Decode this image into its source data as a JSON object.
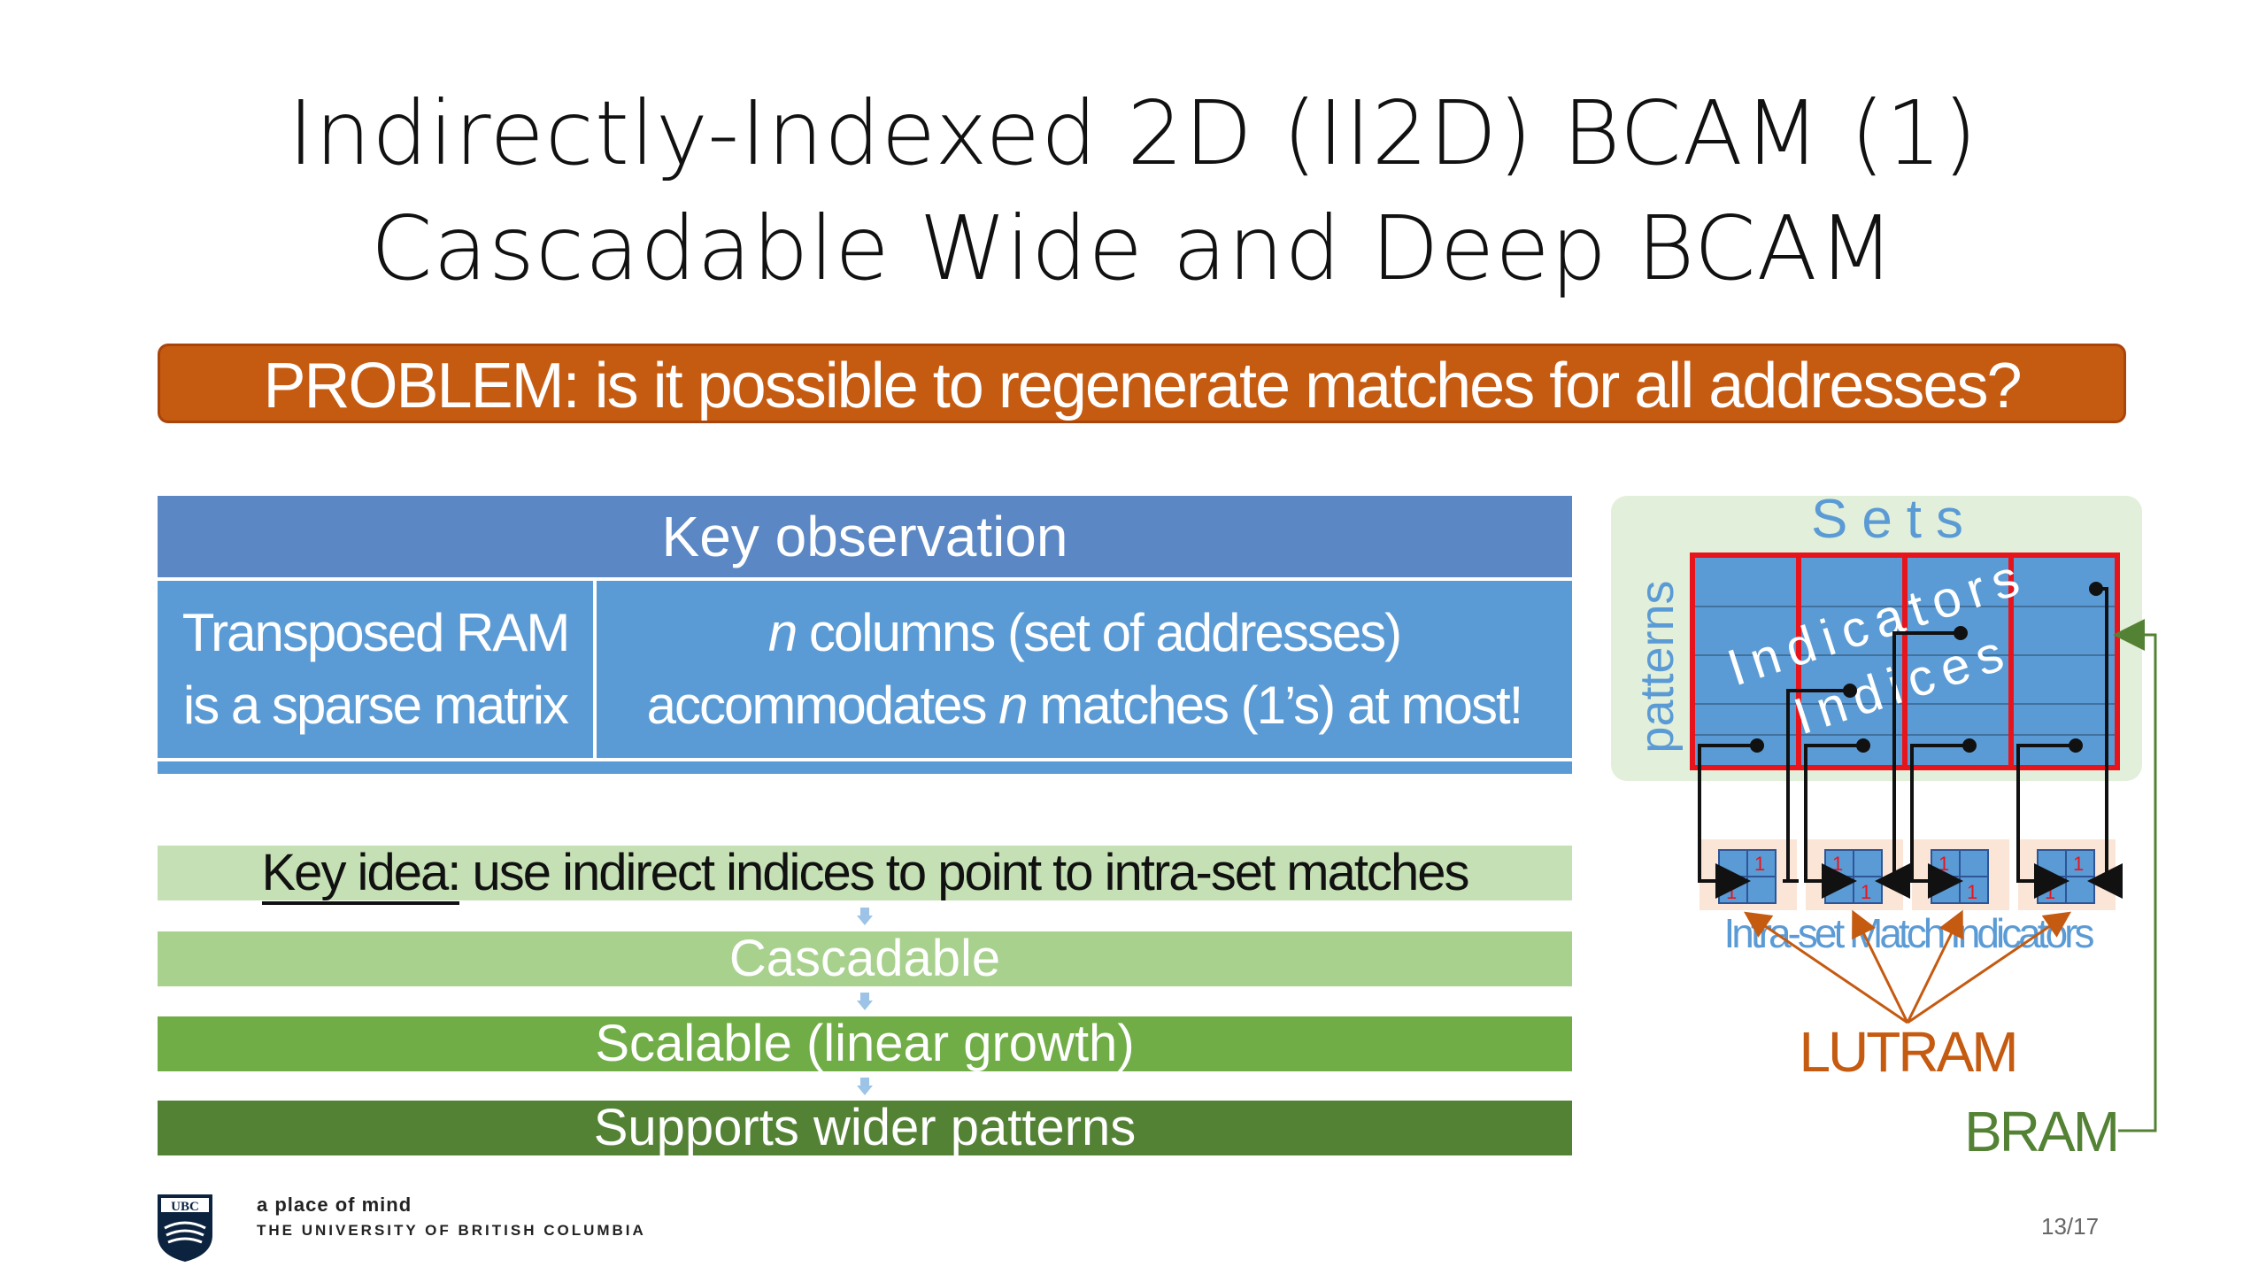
{
  "title": {
    "line1": "Indirectly-Indexed 2D (II2D) BCAM (1)",
    "line2": "Cascadable Wide and Deep BCAM"
  },
  "problem": "PROBLEM: is it possible to regenerate matches for all addresses?",
  "observation": {
    "header": "Key observation",
    "left_line1": "Transposed RAM",
    "left_line2": "is a sparse matrix",
    "right_line1_italic": "n",
    "right_line1_rest": " columns (set of addresses)",
    "right_line2_pre": "accommodates ",
    "right_line2_italic": "n",
    "right_line2_rest": " matches (1’s) at most!"
  },
  "flow": {
    "idea_label": "Key idea:",
    "idea_rest": " use indirect indices to point to intra-set matches",
    "cascadable": "Cascadable",
    "scalable": "Scalable (linear growth)",
    "wider": "Supports wider patterns"
  },
  "diagram": {
    "sets_label": "Sets",
    "patterns_label": "patterns",
    "indicators_label": "Indicators",
    "indices_label": "Indices",
    "match_indicators_label": "Intra-set Match Indicators",
    "lutram_label": "LUTRAM",
    "bram_label": "BRAM",
    "one": "1"
  },
  "footer": {
    "tagline": "a place of mind",
    "university": "THE UNIVERSITY OF BRITISH COLUMBIA",
    "logo_text": "UBC",
    "page": "13/17"
  },
  "colors": {
    "problem": "#c55a11",
    "obs_header": "#5b87c4",
    "obs_body": "#5b9bd5",
    "idea": "#c5e0b4",
    "cascadable": "#a9d18e",
    "scalable": "#70ad47",
    "wider": "#548235",
    "set_border": "#e8141c",
    "lutram": "#c55a11",
    "bram": "#548235",
    "sets_bg": "#e2efda",
    "indicator_bg": "#fbe5d6"
  }
}
